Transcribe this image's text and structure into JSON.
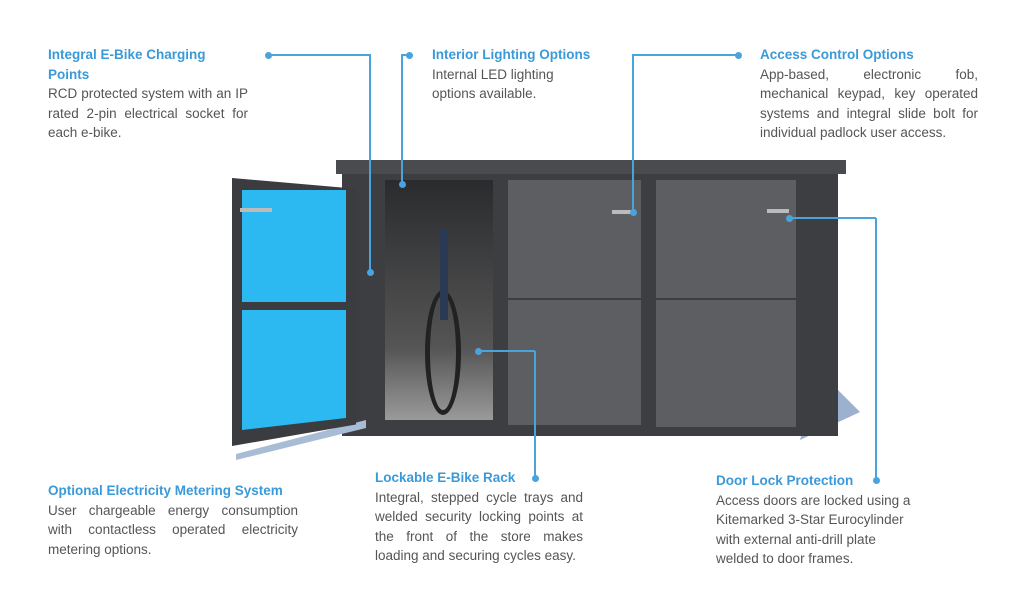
{
  "callouts": [
    {
      "title": "Integral E-Bike Charging Points",
      "body": "RCD protected system with an IP rated 2-pin electrical socket for each e-bike."
    },
    {
      "title": "Interior Lighting Options",
      "body": "Internal LED lighting options available."
    },
    {
      "title": "Access Control Options",
      "body": "App-based, electronic fob, mechanical keypad, key operated systems and integral slide bolt for individual padlock user access."
    },
    {
      "title": "Optional Electricity Metering System",
      "body": "User chargeable energy consumption with contactless operated electricity metering options."
    },
    {
      "title": "Lockable E-Bike Rack",
      "body": "Integral, stepped cycle trays and welded security locking points at the front of the store makes loading and securing cycles easy."
    },
    {
      "title": "Door Lock Protection",
      "body": "Access doors are locked using a Kitemarked 3-Star Eurocylinder with external anti-drill plate welded to door frames."
    }
  ],
  "colors": {
    "accent": "#3a9ad9",
    "panel": "#5b5c5f",
    "glass": "#29b6f0"
  }
}
